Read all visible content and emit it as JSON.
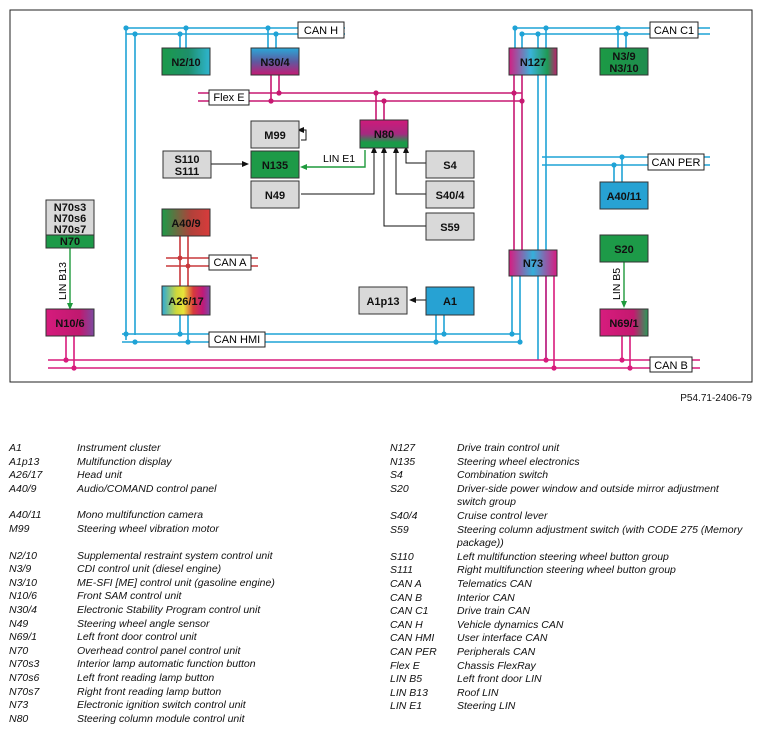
{
  "modules": {
    "N2_10": "N2/10",
    "N30_4": "N30/4",
    "N127": "N127",
    "N3_9": "N3/9",
    "N3_10": "N3/10",
    "M99": "M99",
    "N80": "N80",
    "S110": "S110",
    "S111": "S111",
    "N135": "N135",
    "S4": "S4",
    "N49": "N49",
    "S40_4": "S40/4",
    "S59": "S59",
    "N70s3": "N70s3",
    "N70s6": "N70s6",
    "N70s7": "N70s7",
    "N70": "N70",
    "A40_9": "A40/9",
    "A26_17": "A26/17",
    "N10_6": "N10/6",
    "A1p13": "A1p13",
    "A1": "A1",
    "N73": "N73",
    "A40_11": "A40/11",
    "S20": "S20",
    "N69_1": "N69/1"
  },
  "bus_labels": {
    "can_h": "CAN H",
    "can_c1": "CAN C1",
    "flex_e": "Flex E",
    "can_per": "CAN PER",
    "can_a": "CAN A",
    "can_hmi": "CAN HMI",
    "can_b": "CAN B",
    "lin_e1": "LIN E1",
    "lin_b13": "LIN B13",
    "lin_b5": "LIN B5"
  },
  "figure_ref": "P54.71-2406-79",
  "legend_left": [
    {
      "code": "A1",
      "desc": "Instrument cluster"
    },
    {
      "code": "A1p13",
      "desc": "Multifunction display"
    },
    {
      "code": "A26/17",
      "desc": "Head unit"
    },
    {
      "code": "A40/9",
      "desc": "Audio/COMAND control panel"
    },
    {
      "code": "A40/11",
      "desc": "Mono multifunction camera"
    },
    {
      "code": "M99",
      "desc": "Steering wheel vibration motor"
    },
    {
      "code": "N2/10",
      "desc": "Supplemental restraint system control unit"
    },
    {
      "code": "N3/9",
      "desc": "CDI control unit (diesel engine)"
    },
    {
      "code": "N3/10",
      "desc": "ME-SFI [ME] control unit (gasoline engine)"
    },
    {
      "code": "N10/6",
      "desc": "Front SAM control unit"
    },
    {
      "code": "N30/4",
      "desc": "Electronic Stability Program control unit"
    },
    {
      "code": "N49",
      "desc": "Steering wheel angle sensor"
    },
    {
      "code": "N69/1",
      "desc": "Left front door control unit"
    },
    {
      "code": "N70",
      "desc": "Overhead control panel control unit"
    },
    {
      "code": "N70s3",
      "desc": "Interior lamp automatic function button"
    },
    {
      "code": "N70s6",
      "desc": "Left front reading lamp button"
    },
    {
      "code": "N70s7",
      "desc": "Right front reading lamp button"
    },
    {
      "code": "N73",
      "desc": "Electronic ignition switch control unit"
    },
    {
      "code": "N80",
      "desc": "Steering column module control unit"
    }
  ],
  "legend_right": [
    {
      "code": "N127",
      "desc": "Drive train control unit"
    },
    {
      "code": "N135",
      "desc": "Steering wheel electronics"
    },
    {
      "code": "S4",
      "desc": "Combination switch"
    },
    {
      "code": "S20",
      "desc": "Driver-side power window and outside mirror adjustment switch group"
    },
    {
      "code": "S40/4",
      "desc": "Cruise control lever"
    },
    {
      "code": "S59",
      "desc": "Steering column adjustment switch (with CODE 275 (Memory package))"
    },
    {
      "code": "S110",
      "desc": "Left multifunction steering wheel button group"
    },
    {
      "code": "S111",
      "desc": "Right multifunction steering wheel button group"
    },
    {
      "code": "CAN A",
      "desc": "Telematics CAN"
    },
    {
      "code": "CAN B",
      "desc": "Interior CAN"
    },
    {
      "code": "CAN C1",
      "desc": "Drive train CAN"
    },
    {
      "code": "CAN H",
      "desc": "Vehicle dynamics CAN"
    },
    {
      "code": "CAN HMI",
      "desc": "User interface CAN"
    },
    {
      "code": "CAN PER",
      "desc": "Peripherals CAN"
    },
    {
      "code": "Flex E",
      "desc": "Chassis FlexRay"
    },
    {
      "code": "LIN B5",
      "desc": "Left front door LIN"
    },
    {
      "code": "LIN B13",
      "desc": "Roof LIN"
    },
    {
      "code": "LIN E1",
      "desc": "Steering LIN"
    }
  ],
  "colors": {
    "can_blue": "#1fa3d6",
    "can_b_magenta": "#d81b7c",
    "flex_magenta": "#c71872",
    "lin_green": "#1e9a3c",
    "can_a_red": "#c8383b",
    "module_gray": "#d9d9d9"
  }
}
